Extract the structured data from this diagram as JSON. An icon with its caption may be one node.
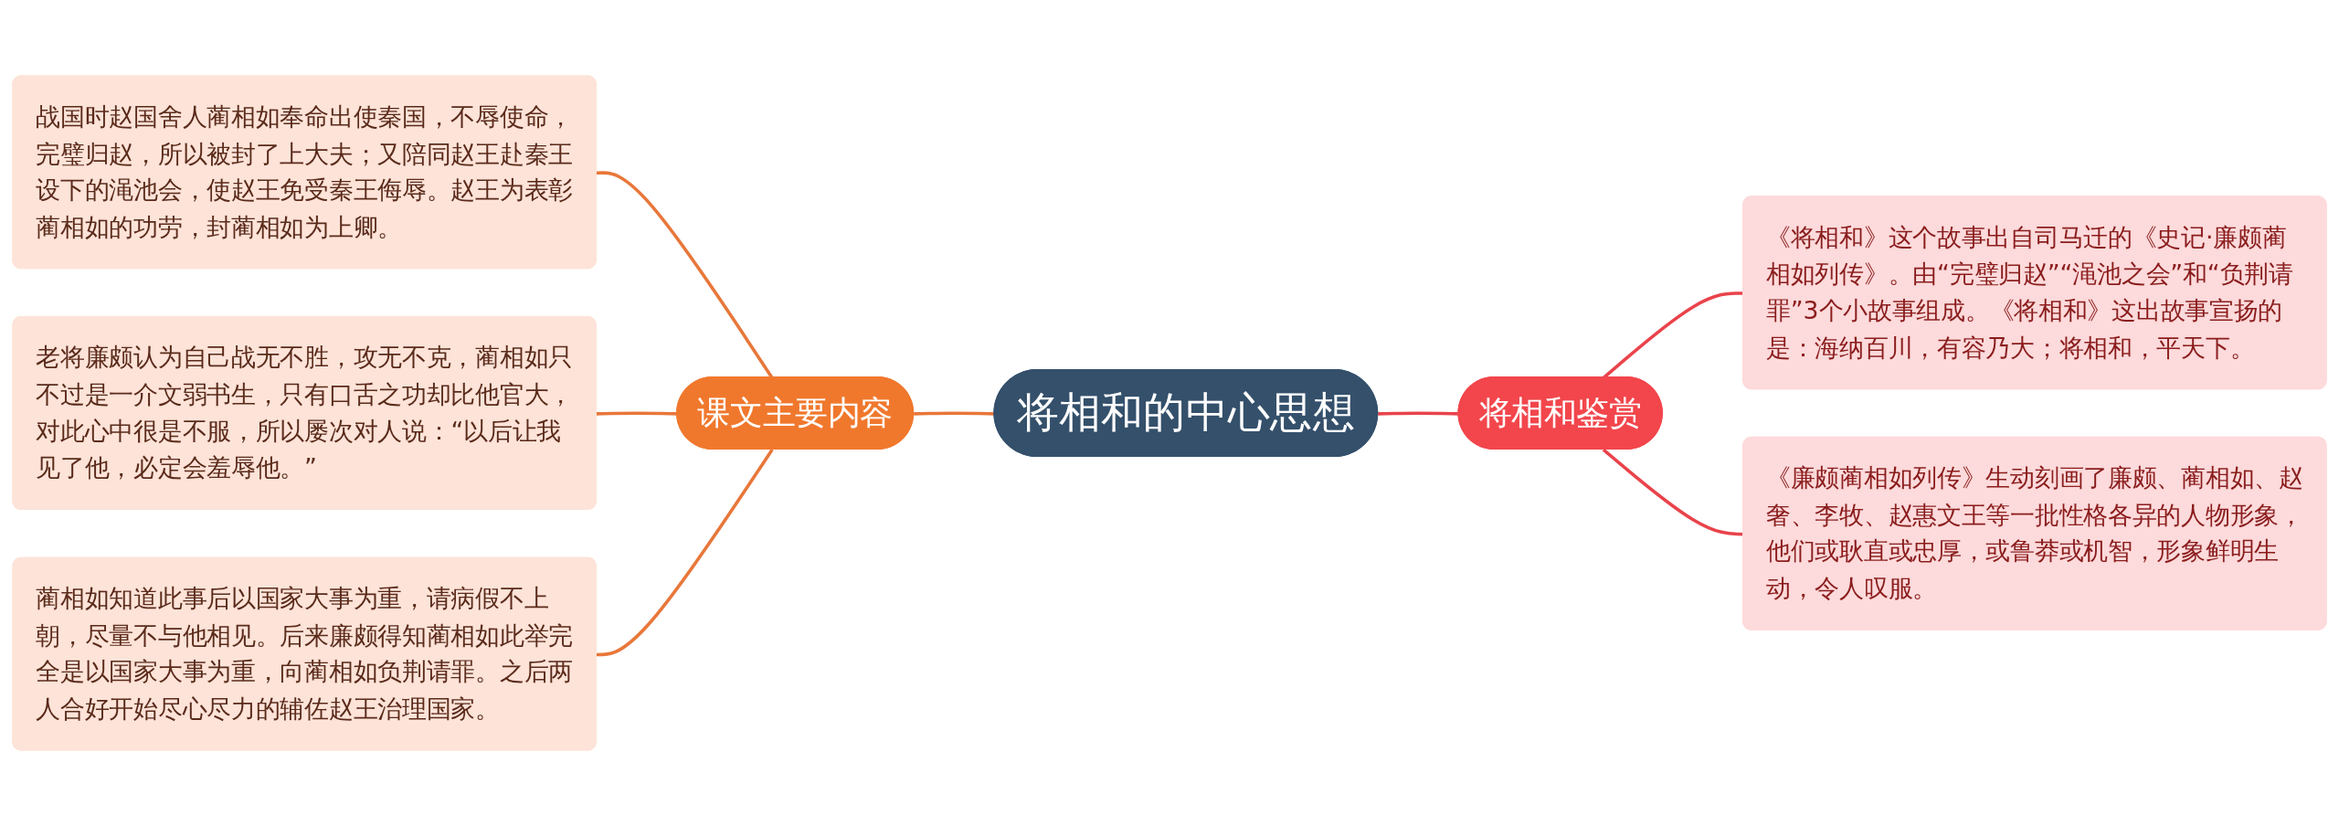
{
  "diagram": {
    "nodes": [
      {
        "text": [
          "将相和的中心思想"
        ]
      },
      {
        "text": [
          "课文主要内容"
        ]
      },
      {
        "text": [
          "战国时赵国舍人蔺相如奉命出使秦国，不辱使命，完璧归赵，所以被封了上大夫；又陪同赵王赴秦王设下的渑池会，使赵王免受秦王侮辱。赵王为表彰蔺相如的功劳，封蔺相如为上卿。"
        ]
      },
      {
        "text": [
          "老将廉颇认为自己战无不胜，攻无不克，蔺相如只不过是一介文弱书生，只有口舌之功却比他官大，对此心中很是不服，所以屡次对人说：“以后让我见了他，必定会羞辱他。”"
        ]
      },
      {
        "text": [
          "蔺相如知道此事后以国家大事为重，请病假不上朝，尽量不与他相见。后来廉颇得知蔺相如此举完全是以国家大事为重，向蔺相如负荆请罪。之后两人合好开始尽心尽力的辅佐赵王治理国家。"
        ]
      },
      {
        "text": [
          "将相和鉴赏"
        ]
      },
      {
        "text": [
          "《将相和》这个故事出自司马迁的《史记·廉颇蔺相如列传》。由“完璧归赵”“渑池之会”和“负荆请罪”3个小故事组成。《将相和》这出故事宣扬的是：海纳百川，有容乃大；将相和，平天下。"
        ]
      },
      {
        "text": [
          "《廉颇蔺相如列传》生动刻画了廉颇、蔺相如、赵奢、李牧、赵惠文王等一批性格各异的人物形象，他们或耿直或忠厚，或鲁莽或机智，形象鲜明生动，令人叹服。"
        ]
      }
    ],
    "edges": [
      {
        "from": 2,
        "to": 1,
        "arrow": "none",
        "color": "#e8773a"
      },
      {
        "from": 3,
        "to": 1,
        "arrow": "none",
        "color": "#e8773a"
      },
      {
        "from": 4,
        "to": 1,
        "arrow": "none",
        "color": "#e8773a"
      },
      {
        "from": 1,
        "to": 0,
        "arrow": "none",
        "color": "#e8773a"
      },
      {
        "from": 0,
        "to": 5,
        "arrow": "none",
        "color": "#e9434b"
      },
      {
        "from": 5,
        "to": 6,
        "arrow": "none",
        "color": "#e9434b"
      },
      {
        "from": 5,
        "to": 7,
        "arrow": "none",
        "color": "#e9434b"
      }
    ]
  }
}
